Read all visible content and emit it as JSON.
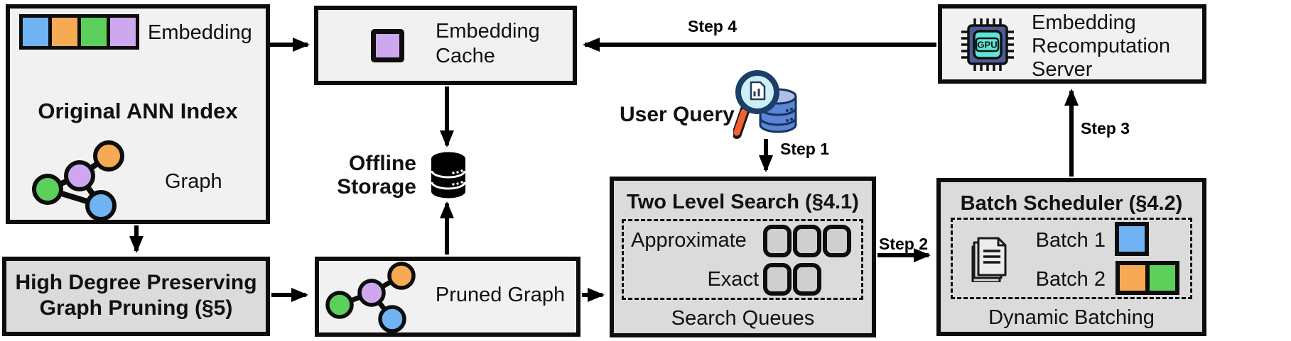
{
  "ann_index": {
    "embedding_label": "Embedding",
    "title": "Original ANN Index",
    "graph_label": "Graph"
  },
  "embedding_cache": {
    "label": "Embedding Cache"
  },
  "offline_storage": {
    "label": "Offline Storage"
  },
  "user_query": {
    "label": "User Query"
  },
  "steps": {
    "step1": "Step 1",
    "step2": "Step 2",
    "step3": "Step 3",
    "step4": "Step 4"
  },
  "two_level_search": {
    "title": "Two Level Search (§4.1)",
    "approximate_label": "Approximate",
    "exact_label": "Exact",
    "footer": "Search Queues",
    "approximate_queue_count": 3,
    "exact_queue_count": 2
  },
  "batch_scheduler": {
    "title": "Batch Scheduler (§4.2)",
    "batch1_label": "Batch 1",
    "batch2_label": "Batch 2",
    "footer": "Dynamic Batching"
  },
  "recompute_server": {
    "label": "Embedding Recomputation Server",
    "chip_label": "GPU"
  },
  "graph_pruning": {
    "lines": [
      "High Degree Preserving",
      "Graph Pruning (§5)"
    ]
  },
  "pruned_graph": {
    "label": "Pruned Graph"
  },
  "colors": {
    "blue": "#6FB3F2",
    "orange": "#F6AA54",
    "green": "#5DD05C",
    "purple": "#CDA8EE",
    "box_light": "#F1F1F1",
    "box_dark": "#DBDBDB",
    "chip_body": "#4E5D96",
    "chip_core": "#5FE4D6",
    "handle_orange": "#F2622E",
    "db_blue": "#5C85D6"
  }
}
